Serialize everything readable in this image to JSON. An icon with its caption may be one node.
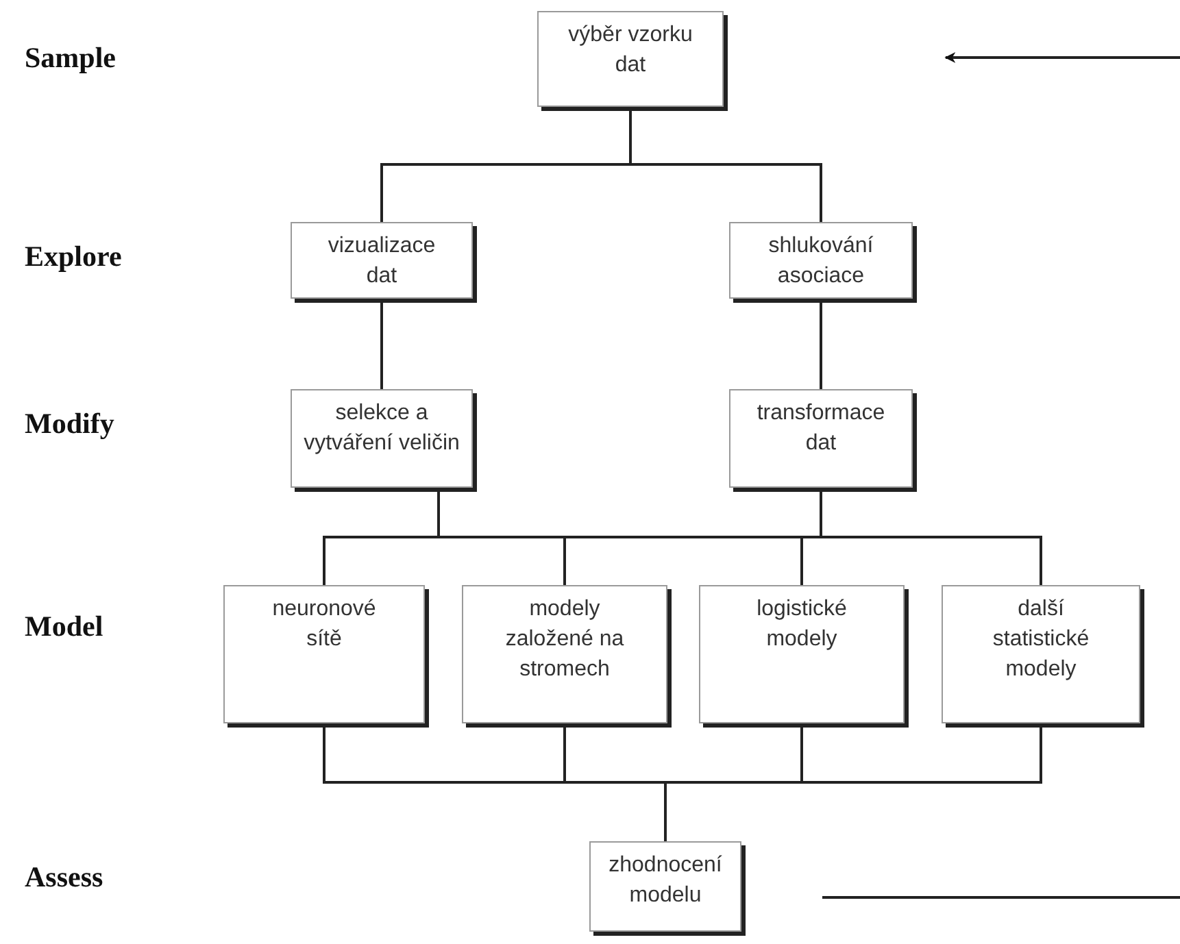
{
  "diagram": {
    "nodes": [
      {
        "text": [
          "výběr vzorku dat"
        ]
      },
      {
        "text": [
          "vizualizace dat"
        ]
      },
      {
        "text": [
          "shlukování asociace"
        ]
      },
      {
        "text": [
          "selekce a vytváření veličin"
        ]
      },
      {
        "text": [
          "transformace dat"
        ]
      },
      {
        "text": [
          "neuronové sítě"
        ]
      },
      {
        "text": [
          "modely založené na stromech"
        ]
      },
      {
        "text": [
          "logistické modely"
        ]
      },
      {
        "text": [
          "další statistické modely"
        ]
      },
      {
        "text": [
          "zhodnocení modelu"
        ]
      }
    ],
    "edges": [
      {
        "from": 0,
        "to": 1,
        "arrow": "none"
      },
      {
        "from": 0,
        "to": 2,
        "arrow": "none"
      },
      {
        "from": 1,
        "to": 3,
        "arrow": "none"
      },
      {
        "from": 2,
        "to": 4,
        "arrow": "none"
      },
      {
        "from": 3,
        "to": 5,
        "arrow": "none"
      },
      {
        "from": 3,
        "to": 6,
        "arrow": "none"
      },
      {
        "from": 3,
        "to": 7,
        "arrow": "none"
      },
      {
        "from": 3,
        "to": 8,
        "arrow": "none"
      },
      {
        "from": 4,
        "to": 5,
        "arrow": "none"
      },
      {
        "from": 4,
        "to": 6,
        "arrow": "none"
      },
      {
        "from": 4,
        "to": 7,
        "arrow": "none"
      },
      {
        "from": 4,
        "to": 8,
        "arrow": "none"
      },
      {
        "from": 5,
        "to": 9,
        "arrow": "none"
      },
      {
        "from": 6,
        "to": 9,
        "arrow": "none"
      },
      {
        "from": 7,
        "to": 9,
        "arrow": "none"
      },
      {
        "from": 8,
        "to": 9,
        "arrow": "none"
      }
    ],
    "labels": [
      "Sample",
      "Explore",
      "Modify",
      "Model",
      "Assess"
    ]
  }
}
